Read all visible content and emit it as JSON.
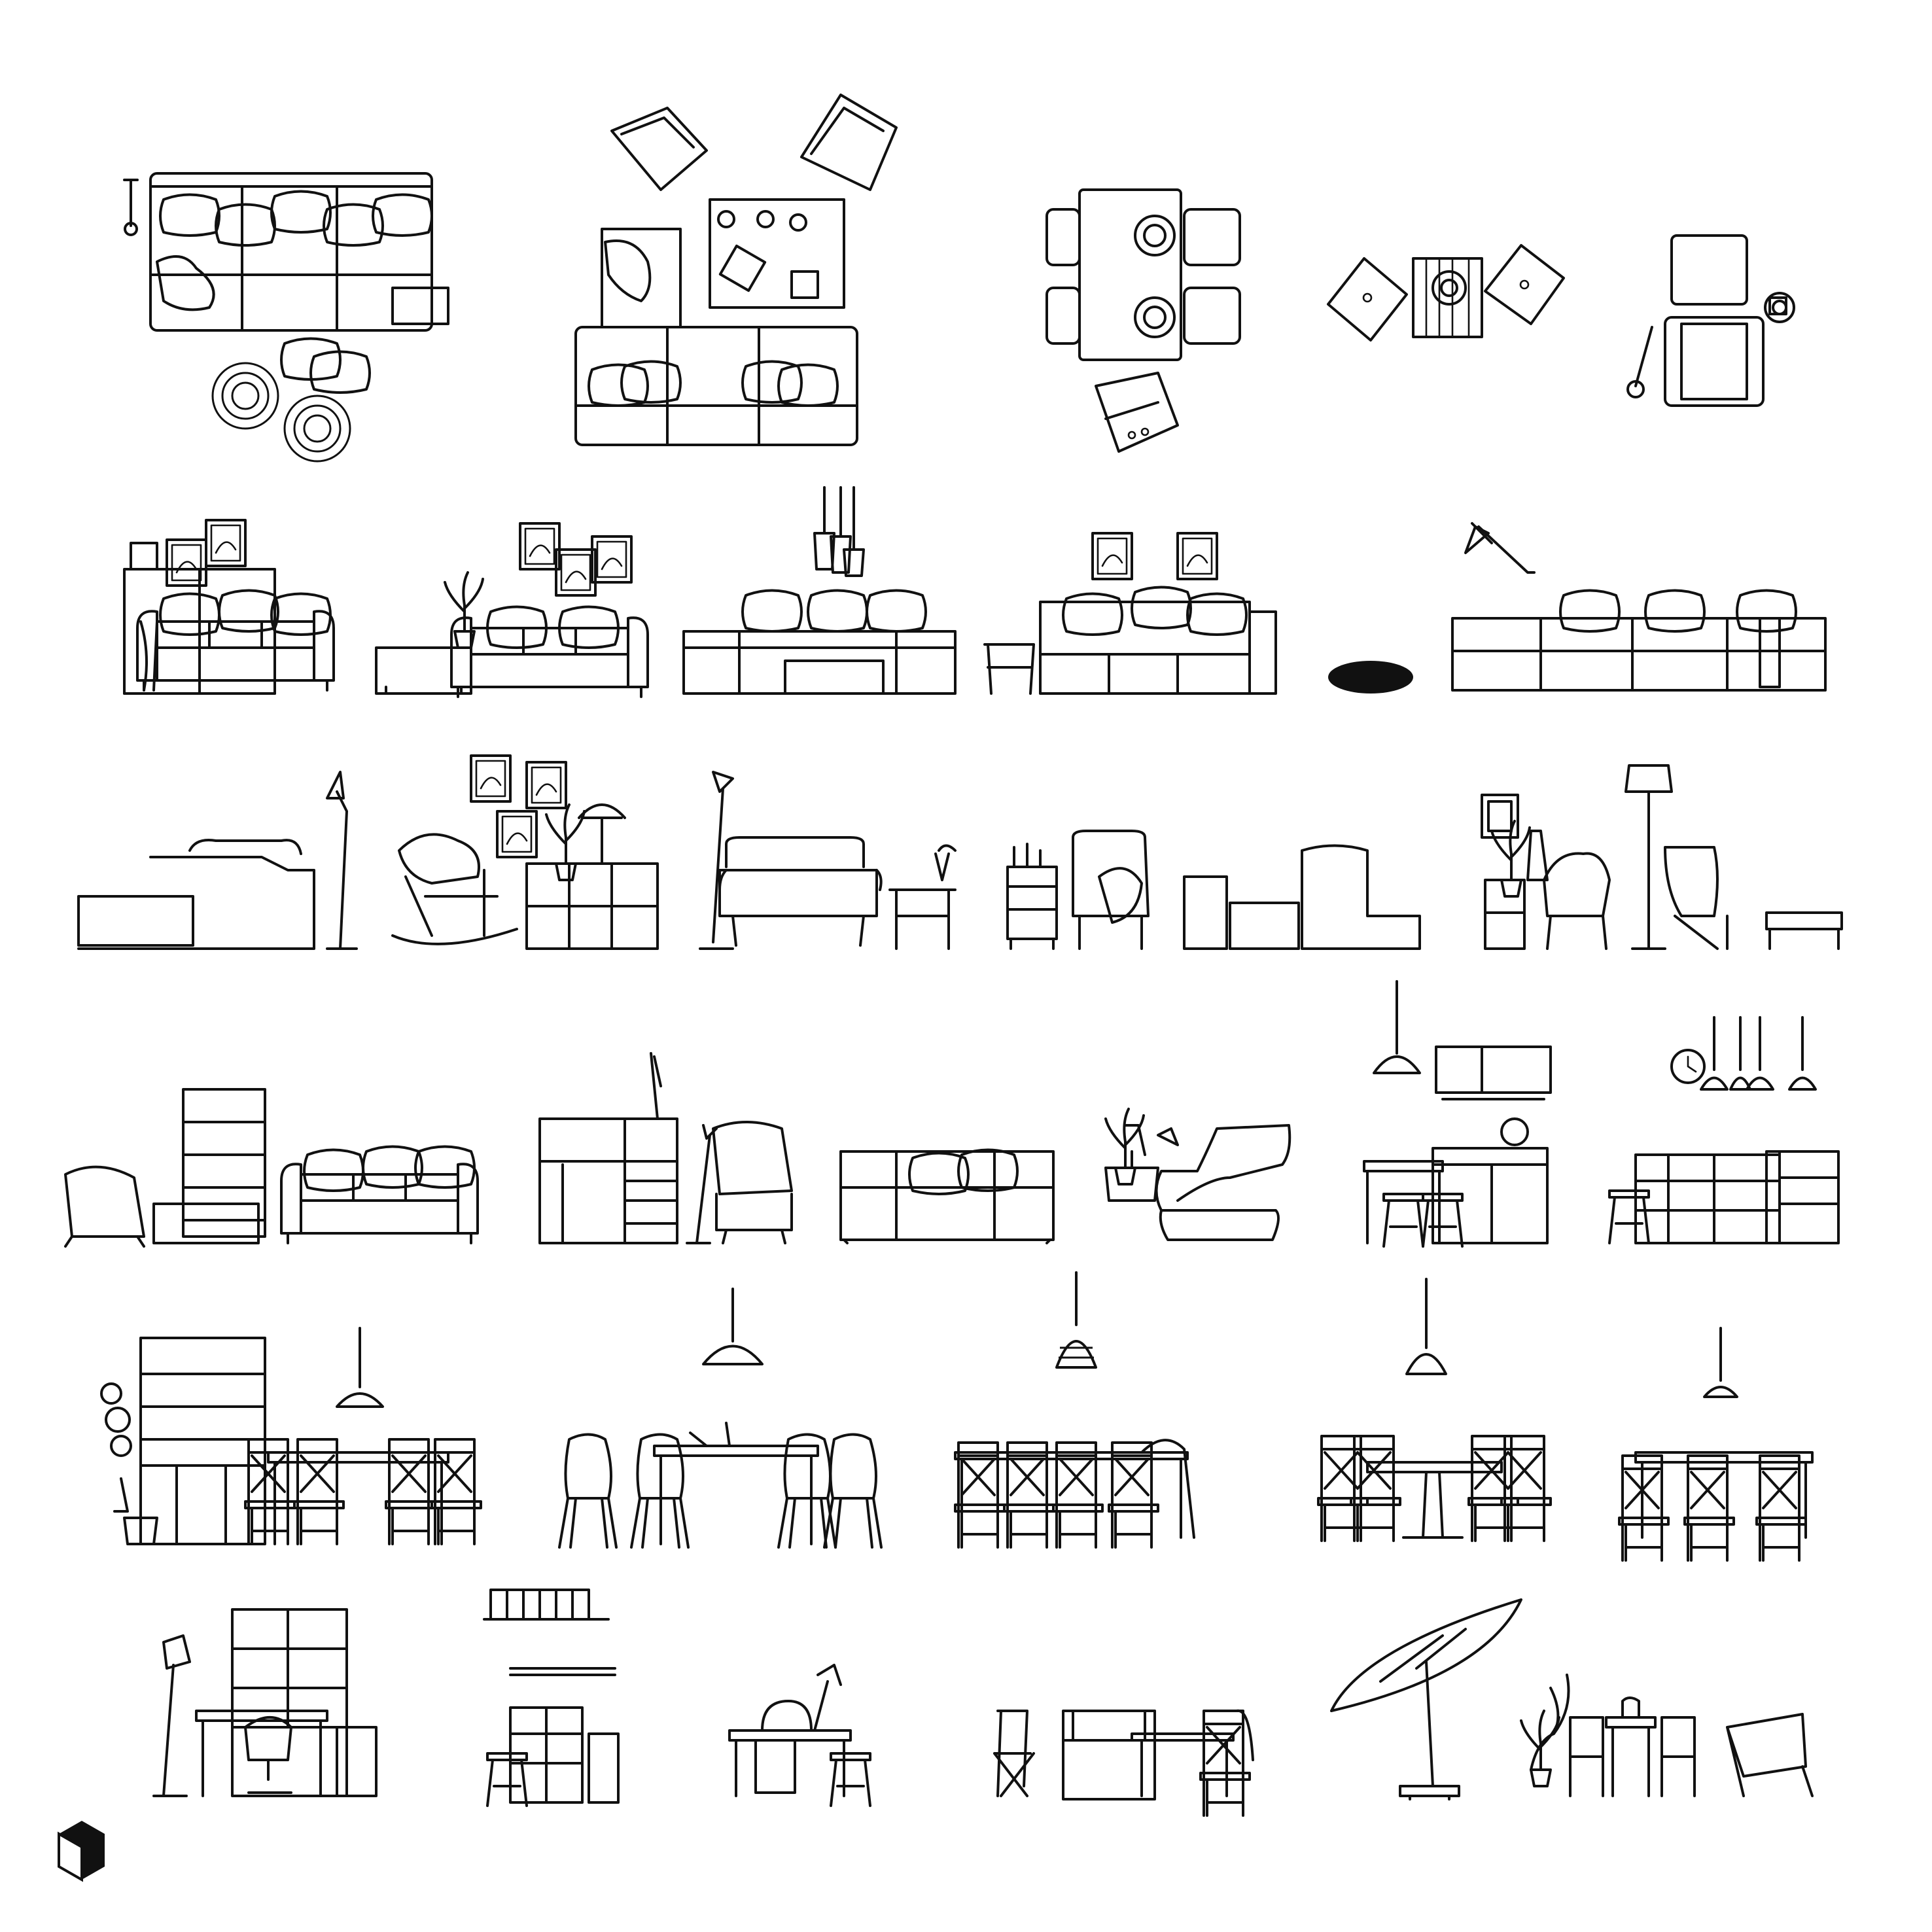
{
  "sheet": {
    "background": "#ffffff",
    "line_color": "#111111",
    "logo_icon": "cube-logo-icon"
  },
  "rows": [
    {
      "id": "row-plan-views",
      "items": [
        "sofa-plan",
        "lounge-plan",
        "dining-plan",
        "patio-plan",
        "armchair-plan"
      ]
    },
    {
      "id": "row-sofa-elevations",
      "items": [
        "sofa-cabinet",
        "sofa-plant",
        "sectional-pendants",
        "daybed",
        "long-sofa-lamp"
      ]
    },
    {
      "id": "row-armchair-elevations",
      "items": [
        "chaise",
        "rocking-chair",
        "armchair-floorlamp",
        "wingchair-cart",
        "rattan-chair",
        "poang-chair"
      ]
    },
    {
      "id": "row-mixed-elevations",
      "items": [
        "rattan-bookcase",
        "cabinet-wingchair",
        "daybed-side",
        "lounger",
        "kitchenette",
        "bar-shelf"
      ]
    },
    {
      "id": "row-dining-elevations",
      "items": [
        "hutch-dining",
        "modern-dining",
        "basket-dining",
        "pedestal-dining",
        "bar-dining"
      ]
    },
    {
      "id": "row-work-outdoor",
      "items": [
        "desk-shelf",
        "wall-shelf",
        "craft-desk",
        "outdoor-lounge",
        "umbrella",
        "bistro-set"
      ]
    }
  ]
}
